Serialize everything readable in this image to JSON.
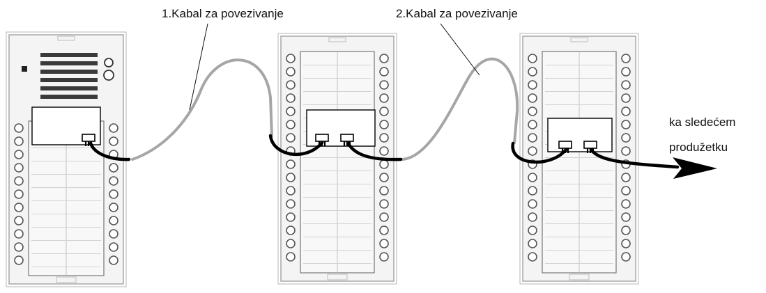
{
  "labels": {
    "cable1": "1.Kabal za povezivanje",
    "cable2": "2.Kabal za povezivanje",
    "next_line1": "ka sledećem",
    "next_line2": "produžetku"
  },
  "colors": {
    "panel_stroke": "#9a9a9a",
    "panel_fill": "#f4f4f4",
    "grey_cable": "#a6a6a6",
    "black_cable": "#000000",
    "text": "#111111"
  },
  "icons": {
    "arrow": "right-arrow-icon",
    "connector": "rj-connector-icon",
    "speaker": "speaker-grille-icon"
  }
}
